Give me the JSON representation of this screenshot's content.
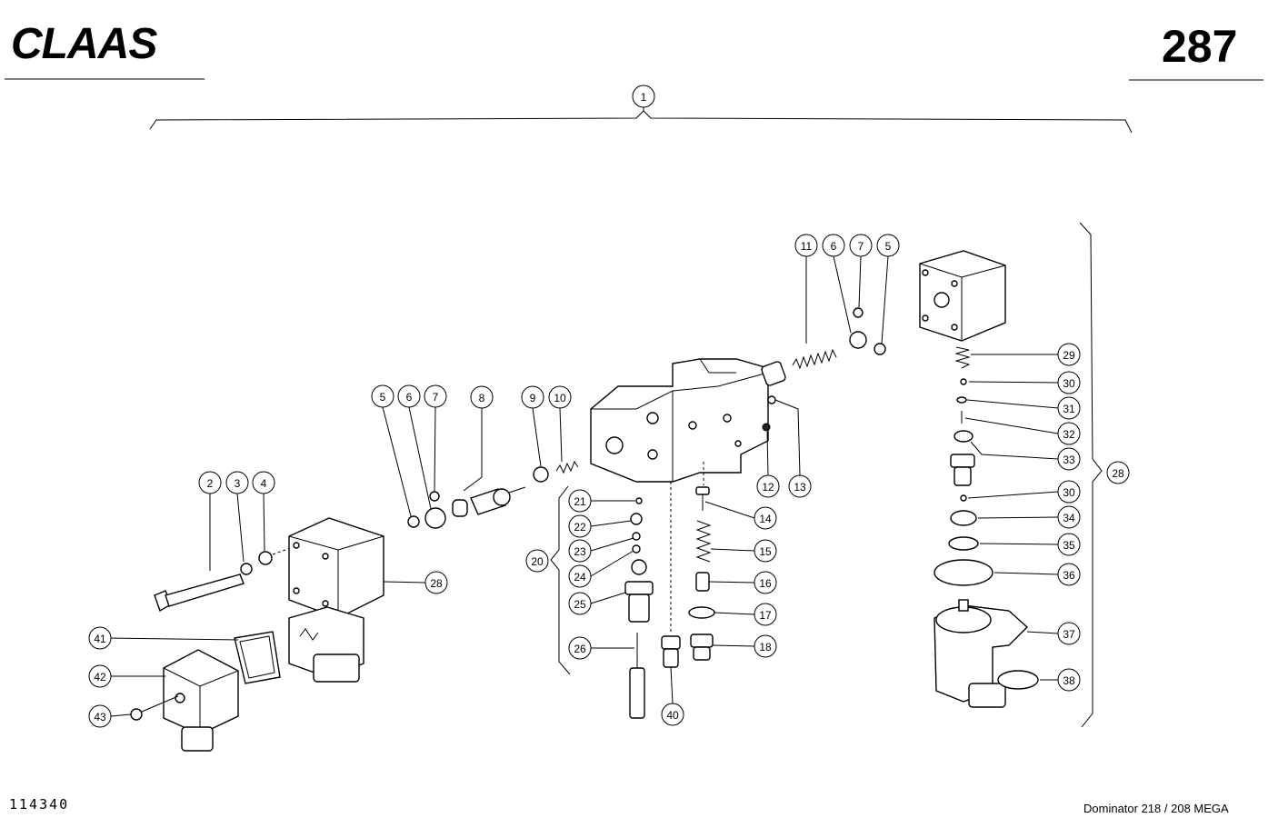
{
  "header": {
    "brand": "CLAAS",
    "page_number": "287"
  },
  "footer": {
    "drawing_number": "114340",
    "model": "Dominator 218 / 208 MEGA"
  },
  "callouts": [
    "1",
    "2",
    "3",
    "4",
    "5",
    "6",
    "7",
    "8",
    "9",
    "10",
    "11",
    "6",
    "7",
    "5",
    "12",
    "13",
    "14",
    "15",
    "16",
    "17",
    "18",
    "20",
    "21",
    "22",
    "23",
    "24",
    "25",
    "26",
    "40",
    "28",
    "41",
    "42",
    "43",
    "29",
    "30",
    "31",
    "32",
    "33",
    "28",
    "30",
    "34",
    "35",
    "36",
    "37",
    "38"
  ]
}
